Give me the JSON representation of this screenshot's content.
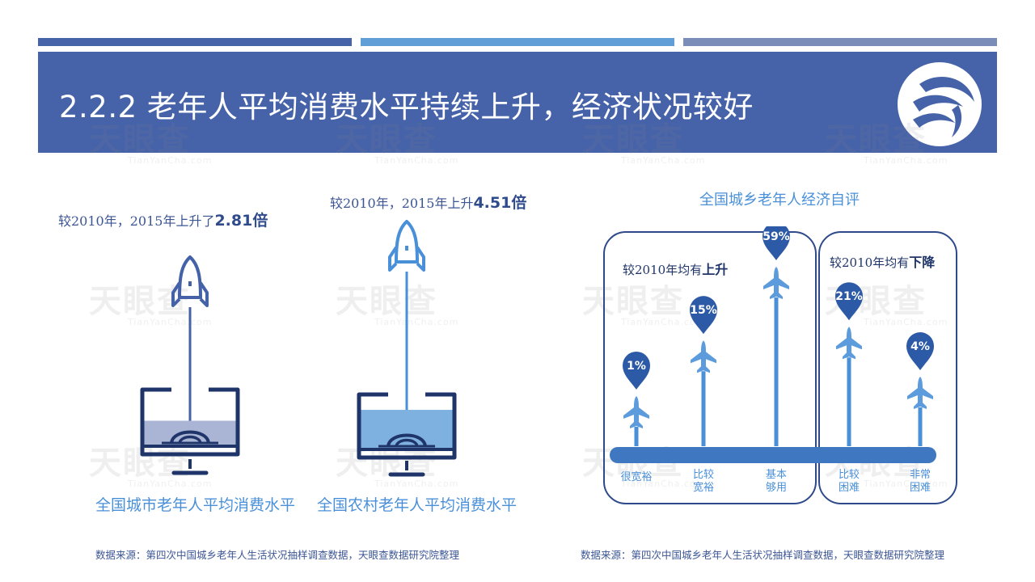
{
  "header": {
    "title": "2.2.2 老年人平均消费水平持续上升，经济状况较好",
    "stripe_colors": [
      "#4663a9",
      "#5f9ed6",
      "#7a8db8"
    ],
    "banner_color": "#4663a9"
  },
  "watermark": {
    "cn": "天眼查",
    "en": "TianYanCha.com"
  },
  "left": {
    "city": {
      "caption_prefix": "较2010年，2015年上升了",
      "caption_value": "2.81倍",
      "label": "全国城市老年人平均消费水平",
      "fill_fraction": 0.45
    },
    "rural": {
      "caption_prefix": "较2010年，2015年上升",
      "caption_value": "4.51倍",
      "label": "全国农村老年人平均消费水平",
      "fill_fraction": 0.72
    },
    "source": "数据来源：第四次中国城乡老年人生活状况抽样调查数据，天眼查数据研究院整理"
  },
  "right": {
    "up_group_prefix": "较2010年均有",
    "up_group_word": "上升",
    "down_group_prefix": "较2010年均有",
    "down_group_word": "下降",
    "source": "数据来源：第四次中国城乡老年人生活状况抽样调查数据，天眼查数据研究院整理"
  },
  "chart_data": {
    "type": "bar",
    "title": "全国城乡老年人经济自评",
    "categories": [
      "很宽裕",
      "比较宽裕",
      "基本够用",
      "比较困难",
      "非常困难"
    ],
    "category_lines": [
      [
        "很宽裕"
      ],
      [
        "比较",
        "宽裕"
      ],
      [
        "基本",
        "够用"
      ],
      [
        "比较",
        "困难"
      ],
      [
        "非常",
        "困难"
      ]
    ],
    "values": [
      1,
      15,
      59,
      21,
      4
    ],
    "value_labels": [
      "1%",
      "15%",
      "59%",
      "21%",
      "4%"
    ],
    "unit": "%",
    "groups": [
      {
        "name": "较2010年均有上升",
        "members": [
          "很宽裕",
          "比较宽裕",
          "基本够用"
        ]
      },
      {
        "name": "较2010年均有下降",
        "members": [
          "比较困难",
          "非常困难"
        ]
      }
    ],
    "colors": {
      "trail": "#4a90d9",
      "plane": "#5d9cdc",
      "pin": "#2d5aa6",
      "ground": "#3f77c0"
    }
  }
}
